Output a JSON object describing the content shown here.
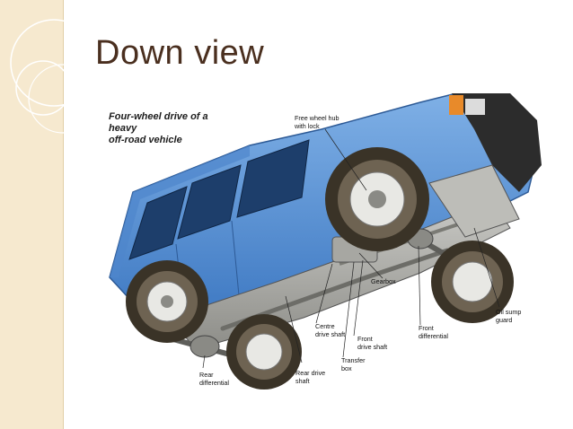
{
  "slide": {
    "title": "Down view"
  },
  "figure": {
    "caption_line1": "Four-wheel drive of a heavy",
    "caption_line2": "off-road vehicle",
    "labels": {
      "free_wheel_hub_1": "Free wheel hub",
      "free_wheel_hub_2": "with lock",
      "gearbox": "Gearbox",
      "oil_sump_1": "Oil sump",
      "oil_sump_2": "guard",
      "centre_drive_1": "Centre",
      "centre_drive_2": "drive shaft",
      "front_drive_1": "Front",
      "front_drive_2": "drive shaft",
      "front_diff_1": "Front",
      "front_diff_2": "differential",
      "transfer_1": "Transfer",
      "transfer_2": "box",
      "rear_drive_1": "Rear drive",
      "rear_drive_2": "shaft",
      "rear_diff_1": "Rear",
      "rear_diff_2": "differential"
    }
  },
  "colors": {
    "sidebar": "#f6e9cf",
    "title": "#4a2f1f",
    "vehicle_body": "#5b93d6"
  }
}
